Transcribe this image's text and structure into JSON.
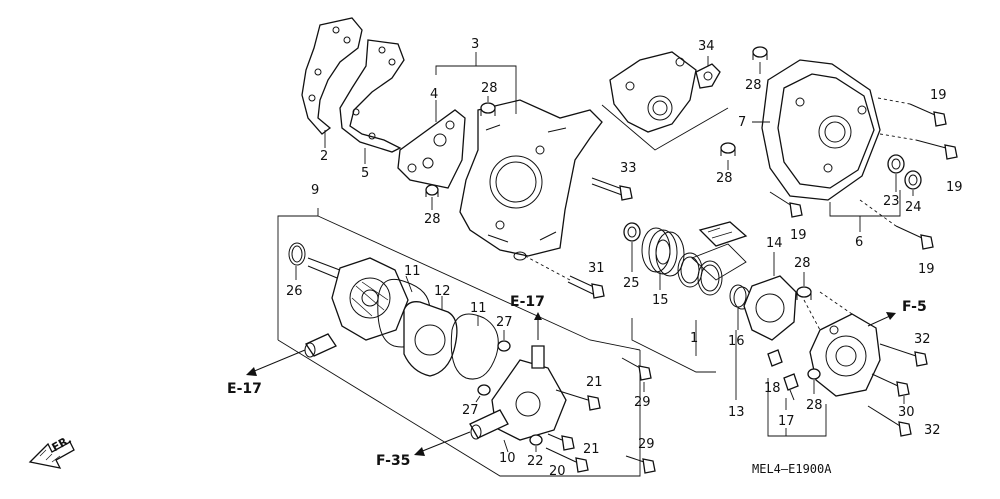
{
  "parts": {
    "p1": "1",
    "p2": "2",
    "p3": "3",
    "p4": "4",
    "p5": "5",
    "p6": "6",
    "p7": "7",
    "p9": "9",
    "p10": "10",
    "p11": "11",
    "p12": "12",
    "p13": "13",
    "p14": "14",
    "p15": "15",
    "p16": "16",
    "p17": "17",
    "p18": "18",
    "p19": "19",
    "p20": "20",
    "p21": "21",
    "p22": "22",
    "p23": "23",
    "p24": "24",
    "p25": "25",
    "p26": "26",
    "p27": "27",
    "p28": "28",
    "p29": "29",
    "p30": "30",
    "p31": "31",
    "p32": "32",
    "p33": "33",
    "p34": "34"
  },
  "refs": {
    "e17": "E-17",
    "f5": "F-5",
    "f35": "F-35"
  },
  "front_label": "FR.",
  "diagram_code": "MEL4—E1900A"
}
